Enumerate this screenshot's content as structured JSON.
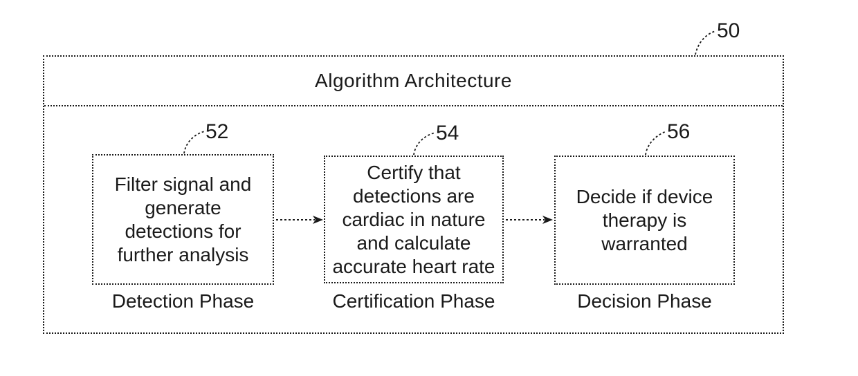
{
  "figure": {
    "ref": "50",
    "title": "Algorithm Architecture",
    "phases": [
      {
        "ref": "52",
        "box_lines": [
          "Filter signal and",
          "generate",
          "detections for",
          "further analysis"
        ],
        "phase_label": "Detection Phase"
      },
      {
        "ref": "54",
        "box_lines": [
          "Certify that",
          "detections are",
          "cardiac in nature",
          "and calculate",
          "accurate heart rate"
        ],
        "phase_label": "Certification Phase"
      },
      {
        "ref": "56",
        "box_lines": [
          "Decide if device",
          "therapy is",
          "warranted"
        ],
        "phase_label": "Decision Phase"
      }
    ],
    "colors": {
      "ink": "#1a1a1a",
      "background": "#ffffff"
    }
  }
}
